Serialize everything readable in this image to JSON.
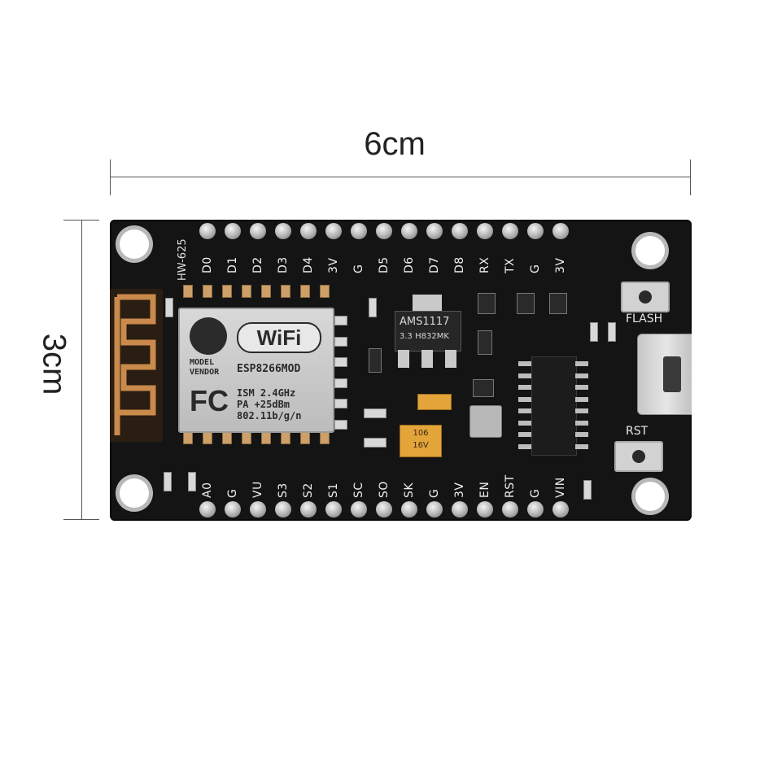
{
  "dimensions": {
    "width_label": "6cm",
    "height_label": "3cm"
  },
  "board": {
    "id_label": "HW-625",
    "top_pins": [
      "D0",
      "D1",
      "D2",
      "D3",
      "D4",
      "3V",
      "G",
      "D5",
      "D6",
      "D7",
      "D8",
      "RX",
      "TX",
      "G",
      "3V"
    ],
    "bottom_pins": [
      "A0",
      "G",
      "VU",
      "S3",
      "S2",
      "S1",
      "SC",
      "SO",
      "SK",
      "G",
      "3V",
      "EN",
      "RST",
      "G",
      "VIN"
    ],
    "flash_label": "FLASH",
    "rst_label": "RST"
  },
  "module": {
    "wifi_logo": "WiFi",
    "brand_lines": [
      "MODEL",
      "VENDOR"
    ],
    "model": "ESP8266MOD",
    "fc_mark": "FC",
    "spec_lines": [
      "ISM 2.4GHz",
      "PA  +25dBm",
      "802.11b/g/n"
    ]
  },
  "regulator": {
    "part": "AMS1117",
    "sub": "3.3  H832MK"
  },
  "capacitor": {
    "lines": [
      "106",
      "16V"
    ]
  },
  "colors": {
    "board": "#141414",
    "pin": "#bdbdbd",
    "label": "#f0f0f0",
    "tantalum": "#e3a43a"
  }
}
